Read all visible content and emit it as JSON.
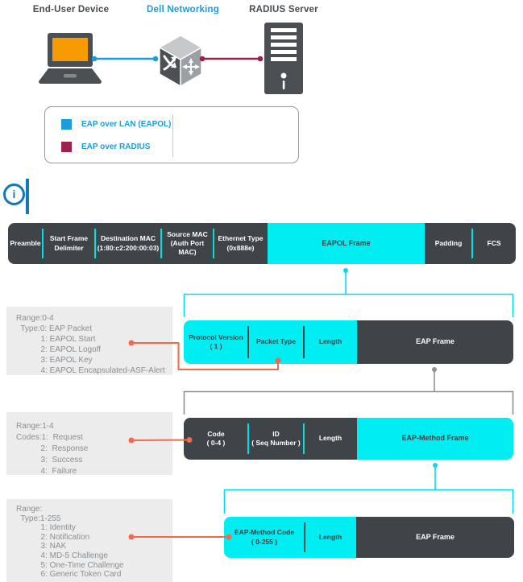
{
  "topology": {
    "device_label": "End-User Device",
    "switch_label": "Dell Networking",
    "server_label": "RADIUS Server"
  },
  "legend": {
    "items": [
      {
        "label": "EAP over LAN (EAPOL)",
        "color": "#1b9ddb"
      },
      {
        "label": "EAP over RADIUS",
        "color": "#9a2150"
      }
    ]
  },
  "note_icon_glyph": "i",
  "frames": {
    "eapol_row": {
      "cells": [
        {
          "line1": "Preamble",
          "line2": ""
        },
        {
          "line1": "Start Frame",
          "line2": "Delimiter"
        },
        {
          "line1": "Destination MAC",
          "line2": "(1:80:c2:200:00:03)"
        },
        {
          "line1": "Source MAC",
          "line2": "(Auth Port MAC)"
        },
        {
          "line1": "Ethernet Type",
          "line2": "(0x888e)"
        },
        {
          "line1": "EAPOL Frame",
          "line2": ""
        },
        {
          "line1": "Padding",
          "line2": ""
        },
        {
          "line1": "FCS",
          "line2": ""
        }
      ]
    },
    "eapol_detail_row": {
      "cells": [
        {
          "line1": "Protocol Version",
          "line2": "( 1 )"
        },
        {
          "line1": "Packet Type",
          "line2": ""
        },
        {
          "line1": "Length",
          "line2": ""
        },
        {
          "line1": "EAP Frame",
          "line2": ""
        }
      ]
    },
    "eap_row": {
      "cells": [
        {
          "line1": "Code",
          "line2": "( 0-4 )"
        },
        {
          "line1": "ID",
          "line2": "( Seq Number )"
        },
        {
          "line1": "Length",
          "line2": ""
        },
        {
          "line1": "EAP-Method Frame",
          "line2": ""
        }
      ]
    },
    "eap_method_row": {
      "cells": [
        {
          "line1": "EAP-Method Code",
          "line2": "( 0-255 )"
        },
        {
          "line1": "Length",
          "line2": ""
        },
        {
          "line1": "EAP Frame",
          "line2": ""
        }
      ]
    }
  },
  "notes": {
    "packet_type": {
      "lines": [
        "Range:0-4",
        "  Type:0: EAP Packet",
        "           1: EAPOL Start",
        "           2: EAPOL Logoff",
        "           3: EAPOL Key",
        "           4: EAPOL Encapsulated-ASF-Alert"
      ]
    },
    "code": {
      "lines": [
        "Range:1-4",
        "Codes:1:  Request",
        "           2:  Response",
        "           3:  Success",
        "           4:  Failure"
      ]
    },
    "method_code": {
      "lines": [
        "Range:",
        "  Type:1-255",
        "           1: Identity",
        "           2: Notification",
        "           3: NAK",
        "           4: MD-5 Challenge",
        "           5: One-Time Challenge",
        "           6: Generic Token Card"
      ]
    }
  },
  "icons": {
    "laptop": "laptop-icon",
    "switch": "switch-cube-icon",
    "server": "server-icon",
    "info": "info-icon"
  },
  "colors": {
    "frame_dark": "#3f4448",
    "frame_cyan": "#00eef2",
    "eapol_blue": "#1b9ddb",
    "radius_maroon": "#9a2150",
    "connector_orange": "#f4694b",
    "connector_gray": "#8f9396",
    "note_bg": "#ececec",
    "laptop_screen_orange": "#f79b00",
    "info_blue": "#1477bb"
  }
}
